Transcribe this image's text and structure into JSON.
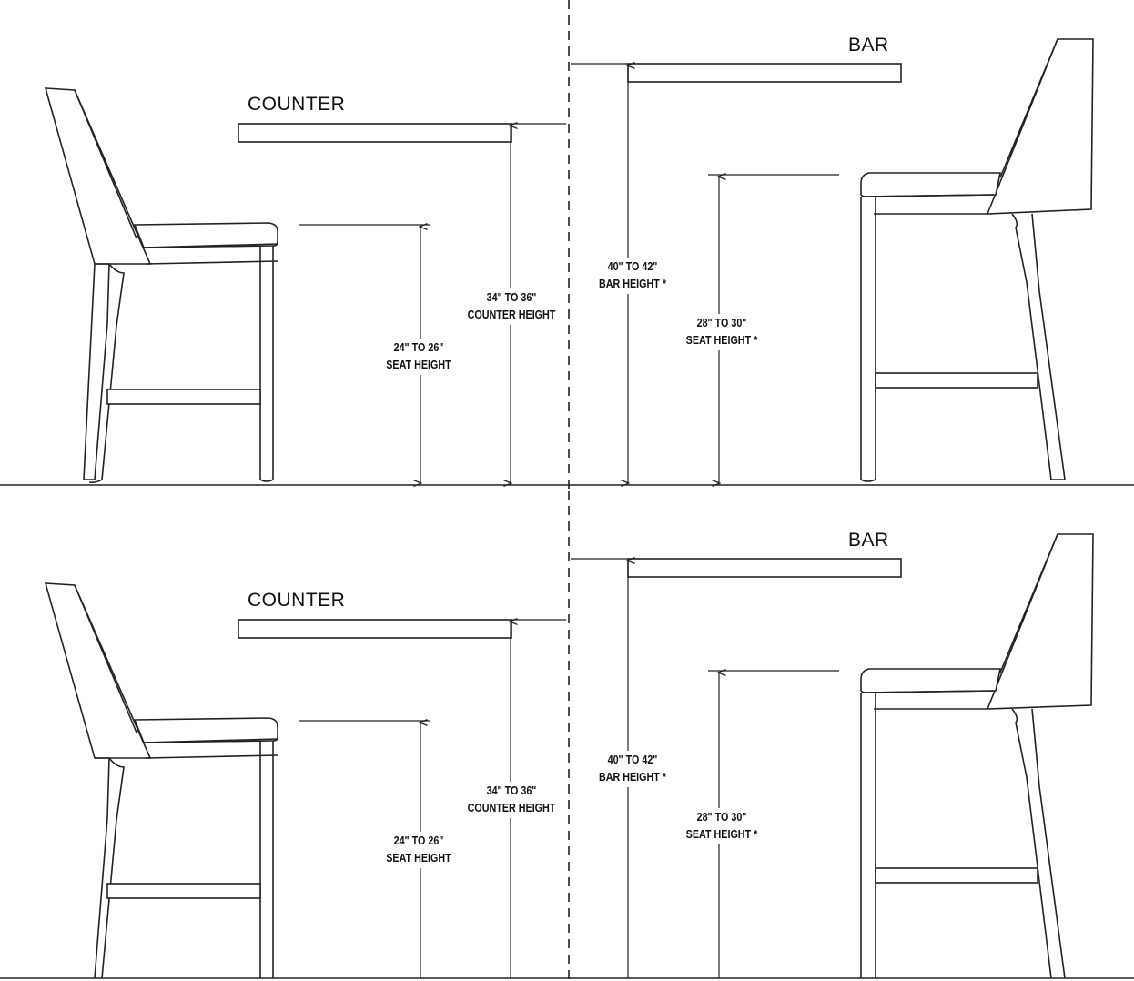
{
  "panels": [
    {
      "counter_label": "COUNTER",
      "bar_label": "BAR",
      "seat_height_counter": [
        "24\" TO 26\"",
        "SEAT HEIGHT"
      ],
      "counter_height": [
        "34\" TO 36\"",
        "COUNTER HEIGHT"
      ],
      "bar_height": [
        "40\" TO 42\"",
        "BAR HEIGHT *"
      ],
      "seat_height_bar": [
        "28\" TO 30\"",
        "SEAT HEIGHT *"
      ]
    },
    {
      "counter_label": "COUNTER",
      "bar_label": "BAR",
      "seat_height_counter": [
        "24\" TO 26\"",
        "SEAT HEIGHT"
      ],
      "counter_height": [
        "34\" TO 36\"",
        "COUNTER HEIGHT"
      ],
      "bar_height": [
        "40\" TO 42\"",
        "BAR HEIGHT *"
      ],
      "seat_height_bar": [
        "28\" TO 30\"",
        "SEAT HEIGHT *"
      ]
    }
  ]
}
